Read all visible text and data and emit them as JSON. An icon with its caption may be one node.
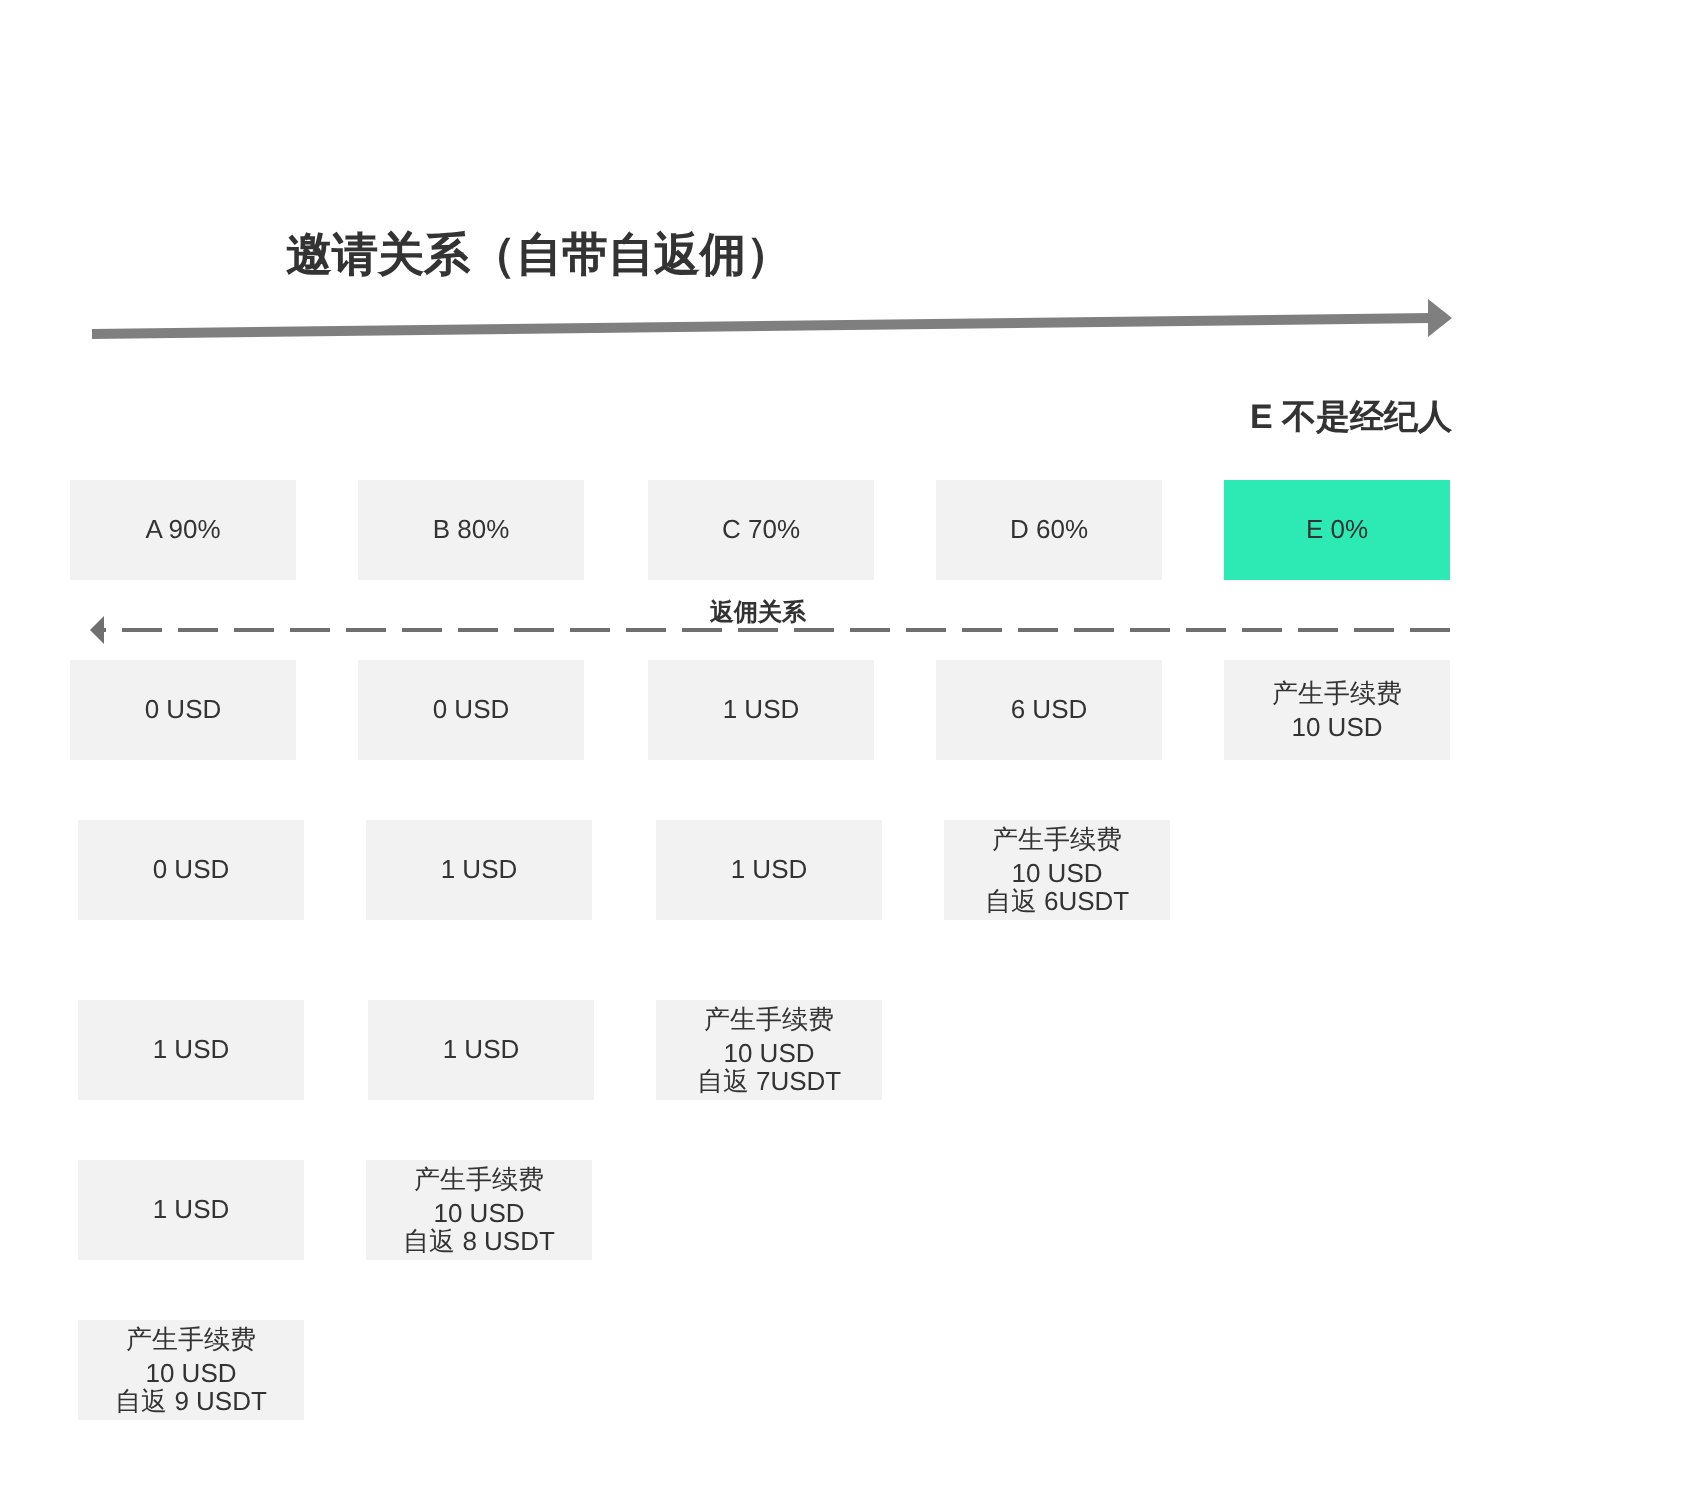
{
  "diagram": {
    "nodes": [
      {
        "text": [
          "A 90%"
        ]
      },
      {
        "text": [
          "B 80%"
        ]
      },
      {
        "text": [
          "C 70%"
        ]
      },
      {
        "text": [
          "D 60%"
        ]
      },
      {
        "text": [
          "E 0%"
        ],
        "beside": [
          "E 不是经纪人"
        ]
      },
      {
        "text": [
          "0 USD"
        ]
      },
      {
        "text": [
          "0 USD"
        ]
      },
      {
        "text": [
          "1 USD"
        ]
      },
      {
        "text": [
          "6 USD"
        ]
      },
      {
        "text": [
          "产生手续费",
          "10 USD"
        ]
      },
      {
        "text": [
          "0 USD"
        ]
      },
      {
        "text": [
          "1 USD"
        ]
      },
      {
        "text": [
          "1 USD"
        ]
      },
      {
        "text": [
          "产生手续费",
          "10 USD",
          "自返 6USDT"
        ]
      },
      {
        "text": [
          "1 USD"
        ]
      },
      {
        "text": [
          "1 USD"
        ]
      },
      {
        "text": [
          "产生手续费",
          "10 USD",
          "自返 7USDT"
        ]
      },
      {
        "text": [
          "1 USD"
        ]
      },
      {
        "text": [
          "产生手续费",
          "10 USD",
          "自返 8 USDT"
        ]
      },
      {
        "text": [
          "产生手续费",
          "10 USD",
          "自返 9 USDT"
        ]
      }
    ],
    "labels": [
      "邀请关系（自带自返佣）",
      "返佣关系"
    ]
  }
}
